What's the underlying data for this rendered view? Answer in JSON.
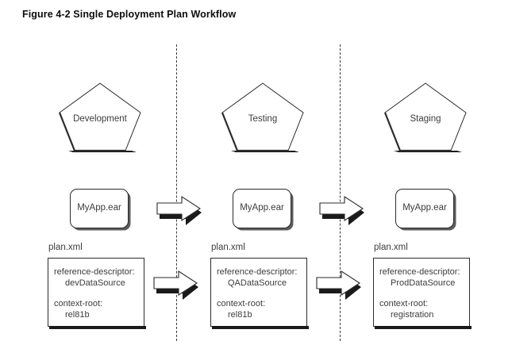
{
  "figure": {
    "title": "Figure 4-2 Single Deployment Plan Workflow"
  },
  "colors": {
    "background": "#ffffff",
    "stroke": "#2b2b2b",
    "text": "#3c3c3c",
    "title_text": "#0d0d0d",
    "shadow": "#1a1a1a",
    "divider": "#3a3a3a"
  },
  "diagram": {
    "type": "workflow",
    "caption_label": "plan.xml",
    "archive_label": "MyApp.ear",
    "keys": {
      "reference_descriptor": "reference-descriptor:",
      "context_root": "context-root:"
    },
    "dividers": 2,
    "arrows": [
      {
        "name": "dev-to-test-archive",
        "direction": "right"
      },
      {
        "name": "test-to-stage-archive",
        "direction": "right"
      },
      {
        "name": "dev-to-test-plan",
        "direction": "right"
      },
      {
        "name": "test-to-stage-plan",
        "direction": "right"
      }
    ],
    "stages": [
      {
        "environment": "Development",
        "archive": "MyApp.ear",
        "plan_caption": "plan.xml",
        "reference_descriptor_key": "reference-descriptor:",
        "reference_descriptor_value": "devDataSource",
        "context_root_key": "context-root:",
        "context_root_value": "rel81b"
      },
      {
        "environment": "Testing",
        "archive": "MyApp.ear",
        "plan_caption": "plan.xml",
        "reference_descriptor_key": "reference-descriptor:",
        "reference_descriptor_value": "QADataSource",
        "context_root_key": "context-root:",
        "context_root_value": "rel81b"
      },
      {
        "environment": "Staging",
        "archive": "MyApp.ear",
        "plan_caption": "plan.xml",
        "reference_descriptor_key": "reference-descriptor:",
        "reference_descriptor_value": "ProdDataSource",
        "context_root_key": "context-root:",
        "context_root_value": "registration"
      }
    ]
  }
}
